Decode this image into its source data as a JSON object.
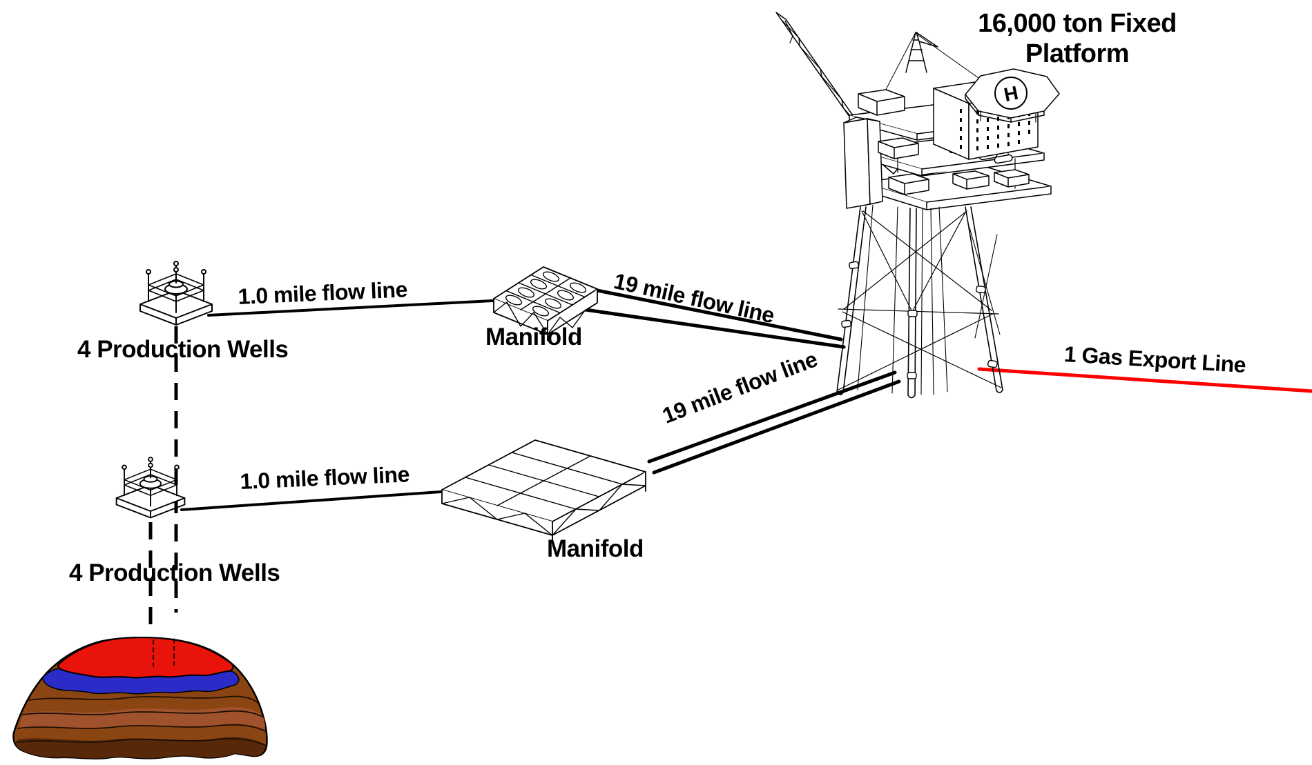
{
  "title": {
    "line1": "16,000 ton Fixed",
    "line2": "Platform"
  },
  "platform": {
    "helipad_letter": "H"
  },
  "wells": {
    "upper_label": "4 Production Wells",
    "lower_label": "4 Production Wells"
  },
  "manifolds": {
    "upper_label": "Manifold",
    "lower_label": "Manifold"
  },
  "flowlines": {
    "upper_short": "1.0 mile flow line",
    "lower_short": "1.0 mile flow line",
    "upper_long": "19 mile flow line",
    "lower_long": "19 mile flow line"
  },
  "export": {
    "label": "1 Gas Export Line"
  },
  "colors": {
    "background": "#ffffff",
    "line_art": "#000000",
    "gas_export_line": "#ff0000",
    "reservoir_oil_red": "#e8130a",
    "reservoir_blue_layer": "#2b2bc8",
    "reservoir_rock_brown": "#8b4513",
    "reservoir_rock_brown_light": "#a0522d",
    "reservoir_rock_dark": "#57280a"
  }
}
